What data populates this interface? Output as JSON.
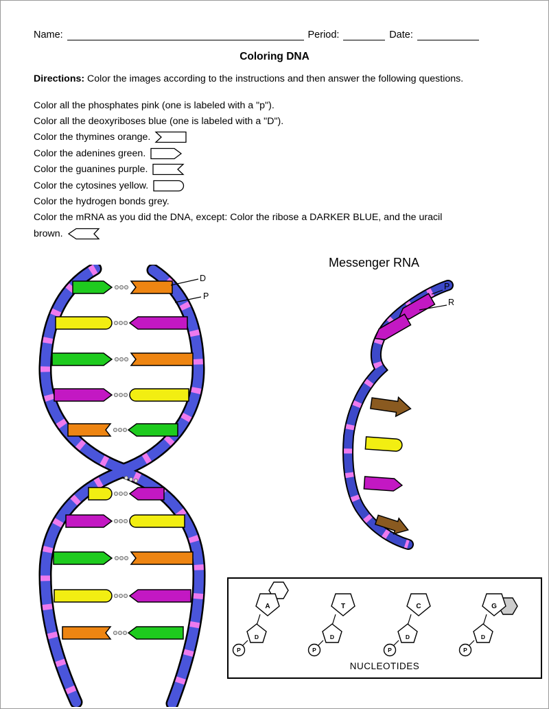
{
  "page": {
    "header": {
      "name_label": "Name:",
      "period_label": "Period:",
      "date_label": "Date:"
    },
    "title": "Coloring DNA",
    "directions_label": "Directions:",
    "directions_text": " Color the images according to the instructions and then answer the following questions.",
    "instructions": [
      {
        "text": "Color all the phosphates pink (one is labeled with a \"p\")."
      },
      {
        "text": "Color all the deoxyriboses blue (one is labeled with a \"D\")."
      },
      {
        "text": "Color the thymines orange.",
        "icon": "thymine-shape"
      },
      {
        "text": "Color the adenines green.",
        "icon": "adenine-shape"
      },
      {
        "text": "Color the guanines purple.",
        "icon": "guanine-shape"
      },
      {
        "text": "Color the cytosines yellow.",
        "icon": "cytosine-shape"
      },
      {
        "text": "Color the hydrogen bonds grey."
      },
      {
        "text": "Color the mRNA as you did the DNA, except:  Color the ribose a DARKER BLUE, and the uracil"
      },
      {
        "text": "brown.",
        "icon": "uracil-shape"
      }
    ]
  },
  "dna": {
    "label_d": "D",
    "label_p": "P",
    "top_pairs": [
      [
        "adenine",
        "thymine"
      ],
      [
        "cytosine",
        "guanine"
      ],
      [
        "adenine",
        "thymine"
      ],
      [
        "guanine",
        "cytosine"
      ],
      [
        "thymine",
        "adenine"
      ]
    ],
    "bottom_pairs": [
      [
        "cytosine",
        "guanine"
      ],
      [
        "guanine",
        "cytosine"
      ],
      [
        "adenine",
        "thymine"
      ],
      [
        "cytosine",
        "guanine"
      ],
      [
        "thymine",
        "adenine"
      ]
    ]
  },
  "mrna": {
    "title": "Messenger RNA",
    "label_p": "P",
    "label_r": "R",
    "bases": [
      "guanine",
      "guanine",
      "uracil",
      "cytosine",
      "guanine",
      "uracil"
    ]
  },
  "nucleotides": {
    "title": "NUCLEOTIDES",
    "sugar_label": "D",
    "phosphate_label": "P",
    "bases": [
      "A",
      "T",
      "C",
      "G"
    ]
  },
  "colors": {
    "phosphate_pink": "#EE7AEE",
    "deoxyribose_blue": "#4A55DB",
    "ribose_dark_blue": "#3D49C9",
    "thymine_orange": "#EE8512",
    "adenine_green": "#1ECB1E",
    "guanine_purple": "#C318C3",
    "cytosine_yellow": "#F2EE12",
    "uracil_brown": "#8A5A20",
    "hydrogen_grey": "#DCDCDC"
  }
}
